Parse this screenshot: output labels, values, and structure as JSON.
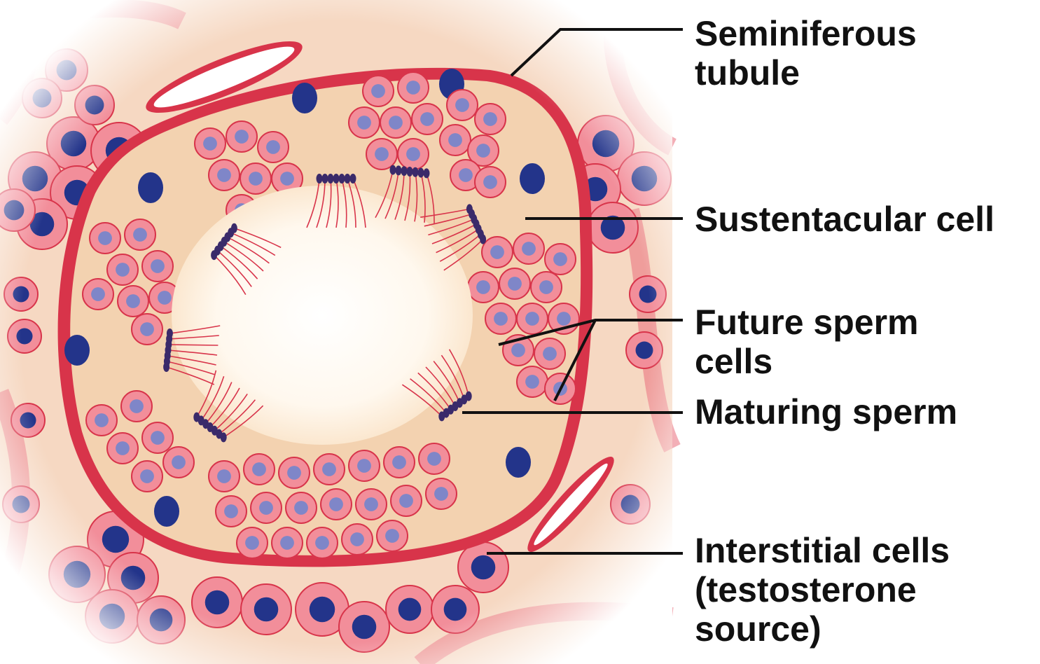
{
  "labels": {
    "seminiferous_tubule": [
      "Seminiferous",
      "tubule"
    ],
    "sustentacular_cell": [
      "Sustentacular cell"
    ],
    "future_sperm_cells": [
      "Future sperm",
      "cells"
    ],
    "maturing_sperm": [
      "Maturing sperm"
    ],
    "interstitial_cells": [
      "Interstitial cells",
      "(testosterone",
      "source)"
    ]
  },
  "colors": {
    "tissue_background": "#f6d8c2",
    "tubule_wall": "#d8344a",
    "cell_fill": "#f28e9a",
    "cell_nucleus_spermatogenic": "#7f86c8",
    "cell_nucleus_dark": "#23348a",
    "sustentacular_cytoplasm": "#f3d2b0",
    "lumen": "#fffaf2",
    "sperm_tail": "#d8344a",
    "sperm_head": "#3a2a6a",
    "leader_line": "#111111",
    "label_text": "#111111"
  }
}
